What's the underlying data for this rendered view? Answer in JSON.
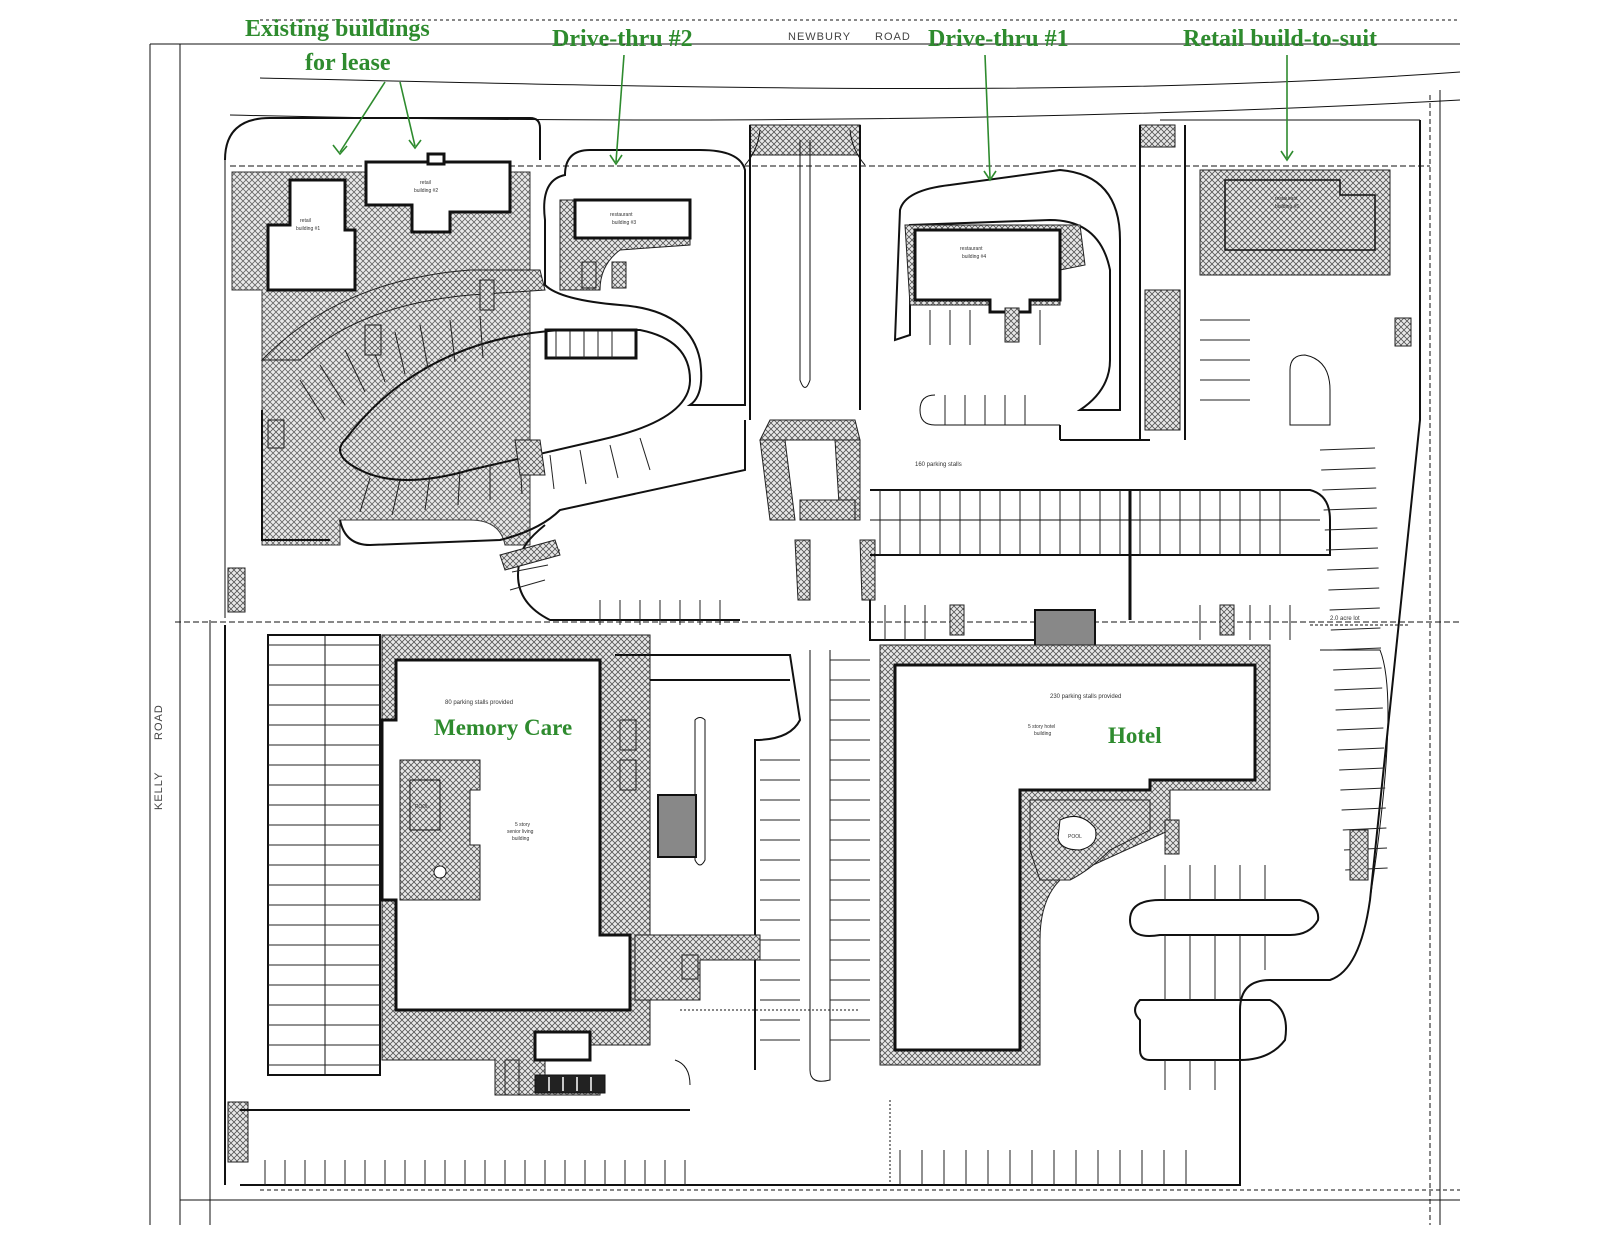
{
  "callouts": {
    "existing_buildings": [
      "Existing buildings",
      "for lease"
    ],
    "drive_thru_2": "Drive-thru #2",
    "drive_thru_1": "Drive-thru #1",
    "retail": "Retail build-to-suit",
    "memory_care": "Memory Care",
    "hotel": "Hotel"
  },
  "roads": {
    "newbury": [
      "NEWBURY",
      "ROAD"
    ],
    "kelly": [
      "KELLY",
      "ROAD"
    ]
  },
  "labels": {
    "pool": "POOL",
    "parking_stalls": "160 parking stalls",
    "memory_parking": "80 parking stalls provided",
    "hotel_parking": "230 parking stalls provided",
    "acre_lot": "2.0 acre lot"
  },
  "colors": {
    "callout_green": "#2e8b2e",
    "linework": "#111111",
    "background": "#ffffff"
  }
}
